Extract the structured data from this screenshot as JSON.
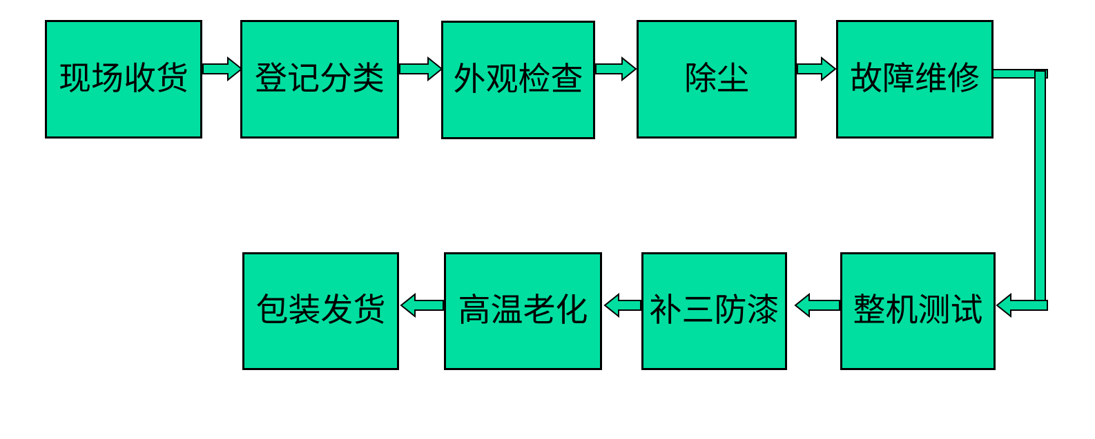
{
  "palette": {
    "node_fill": "#00dfa0",
    "node_border": "#000000",
    "arrow_fill": "#00dfa0",
    "arrow_outline": "#000000",
    "text_color": "#000000",
    "background": "#ffffff"
  },
  "flowchart": {
    "type": "process-flow",
    "nodes": [
      {
        "id": "receive-onsite",
        "label": "现场收货",
        "row": 1
      },
      {
        "id": "register-classify",
        "label": "登记分类",
        "row": 1
      },
      {
        "id": "visual-inspection",
        "label": "外观检查",
        "row": 1
      },
      {
        "id": "dust-removal",
        "label": "除尘",
        "row": 1
      },
      {
        "id": "fault-repair",
        "label": "故障维修",
        "row": 1
      },
      {
        "id": "whole-machine-test",
        "label": "整机测试",
        "row": 2
      },
      {
        "id": "conformal-coat-touchup",
        "label": "补三防漆",
        "row": 2
      },
      {
        "id": "high-temp-aging",
        "label": "高温老化",
        "row": 2
      },
      {
        "id": "pack-and-ship",
        "label": "包装发货",
        "row": 2
      }
    ],
    "edges": [
      {
        "from": "现场收货",
        "to": "登记分类"
      },
      {
        "from": "登记分类",
        "to": "外观检查"
      },
      {
        "from": "外观检查",
        "to": "除尘"
      },
      {
        "from": "除尘",
        "to": "故障维修"
      },
      {
        "from": "故障维修",
        "to": "整机测试"
      },
      {
        "from": "整机测试",
        "to": "补三防漆"
      },
      {
        "from": "补三防漆",
        "to": "高温老化"
      },
      {
        "from": "高温老化",
        "to": "包装发货"
      }
    ]
  }
}
